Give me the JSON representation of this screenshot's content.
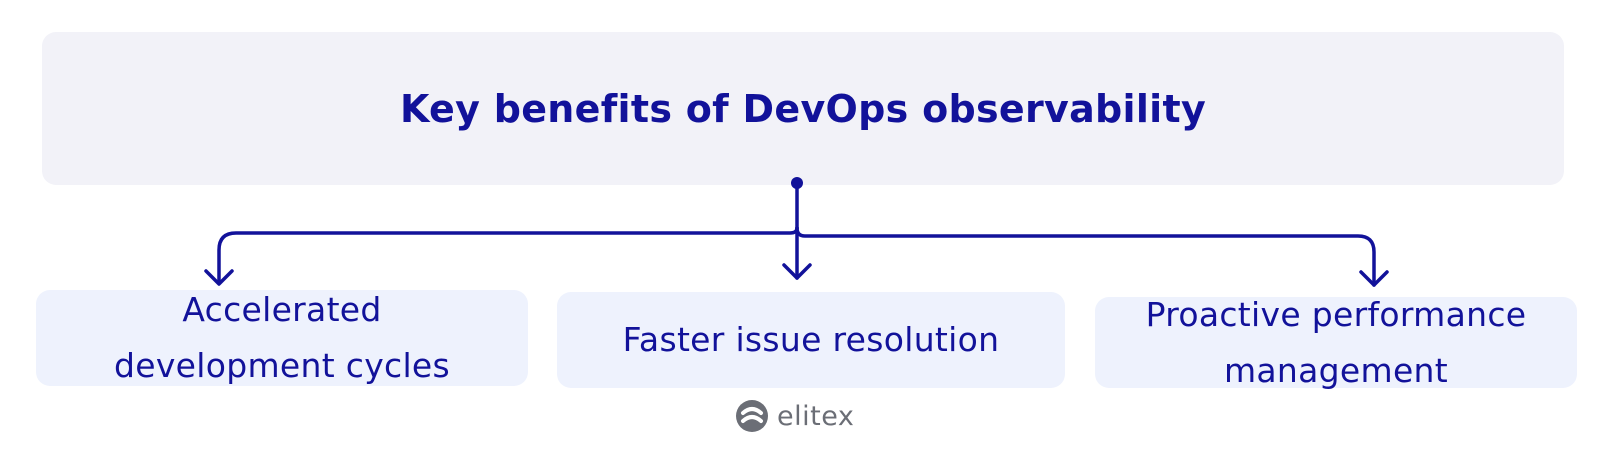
{
  "title": "Key benefits of DevOps observability",
  "benefits": [
    {
      "line1": "Accelerated",
      "line2": "development cycles"
    },
    {
      "line1": "Faster issue resolution"
    },
    {
      "line1": "Proactive performance",
      "line2": "management"
    }
  ],
  "logo": {
    "text": "elitex",
    "icon": "elitex-logo-icon"
  },
  "colors": {
    "accent": "#12129a",
    "title_bg": "#f2f2f8",
    "box_bg": "#eef2fd",
    "logo_gray": "#6b6e76"
  }
}
